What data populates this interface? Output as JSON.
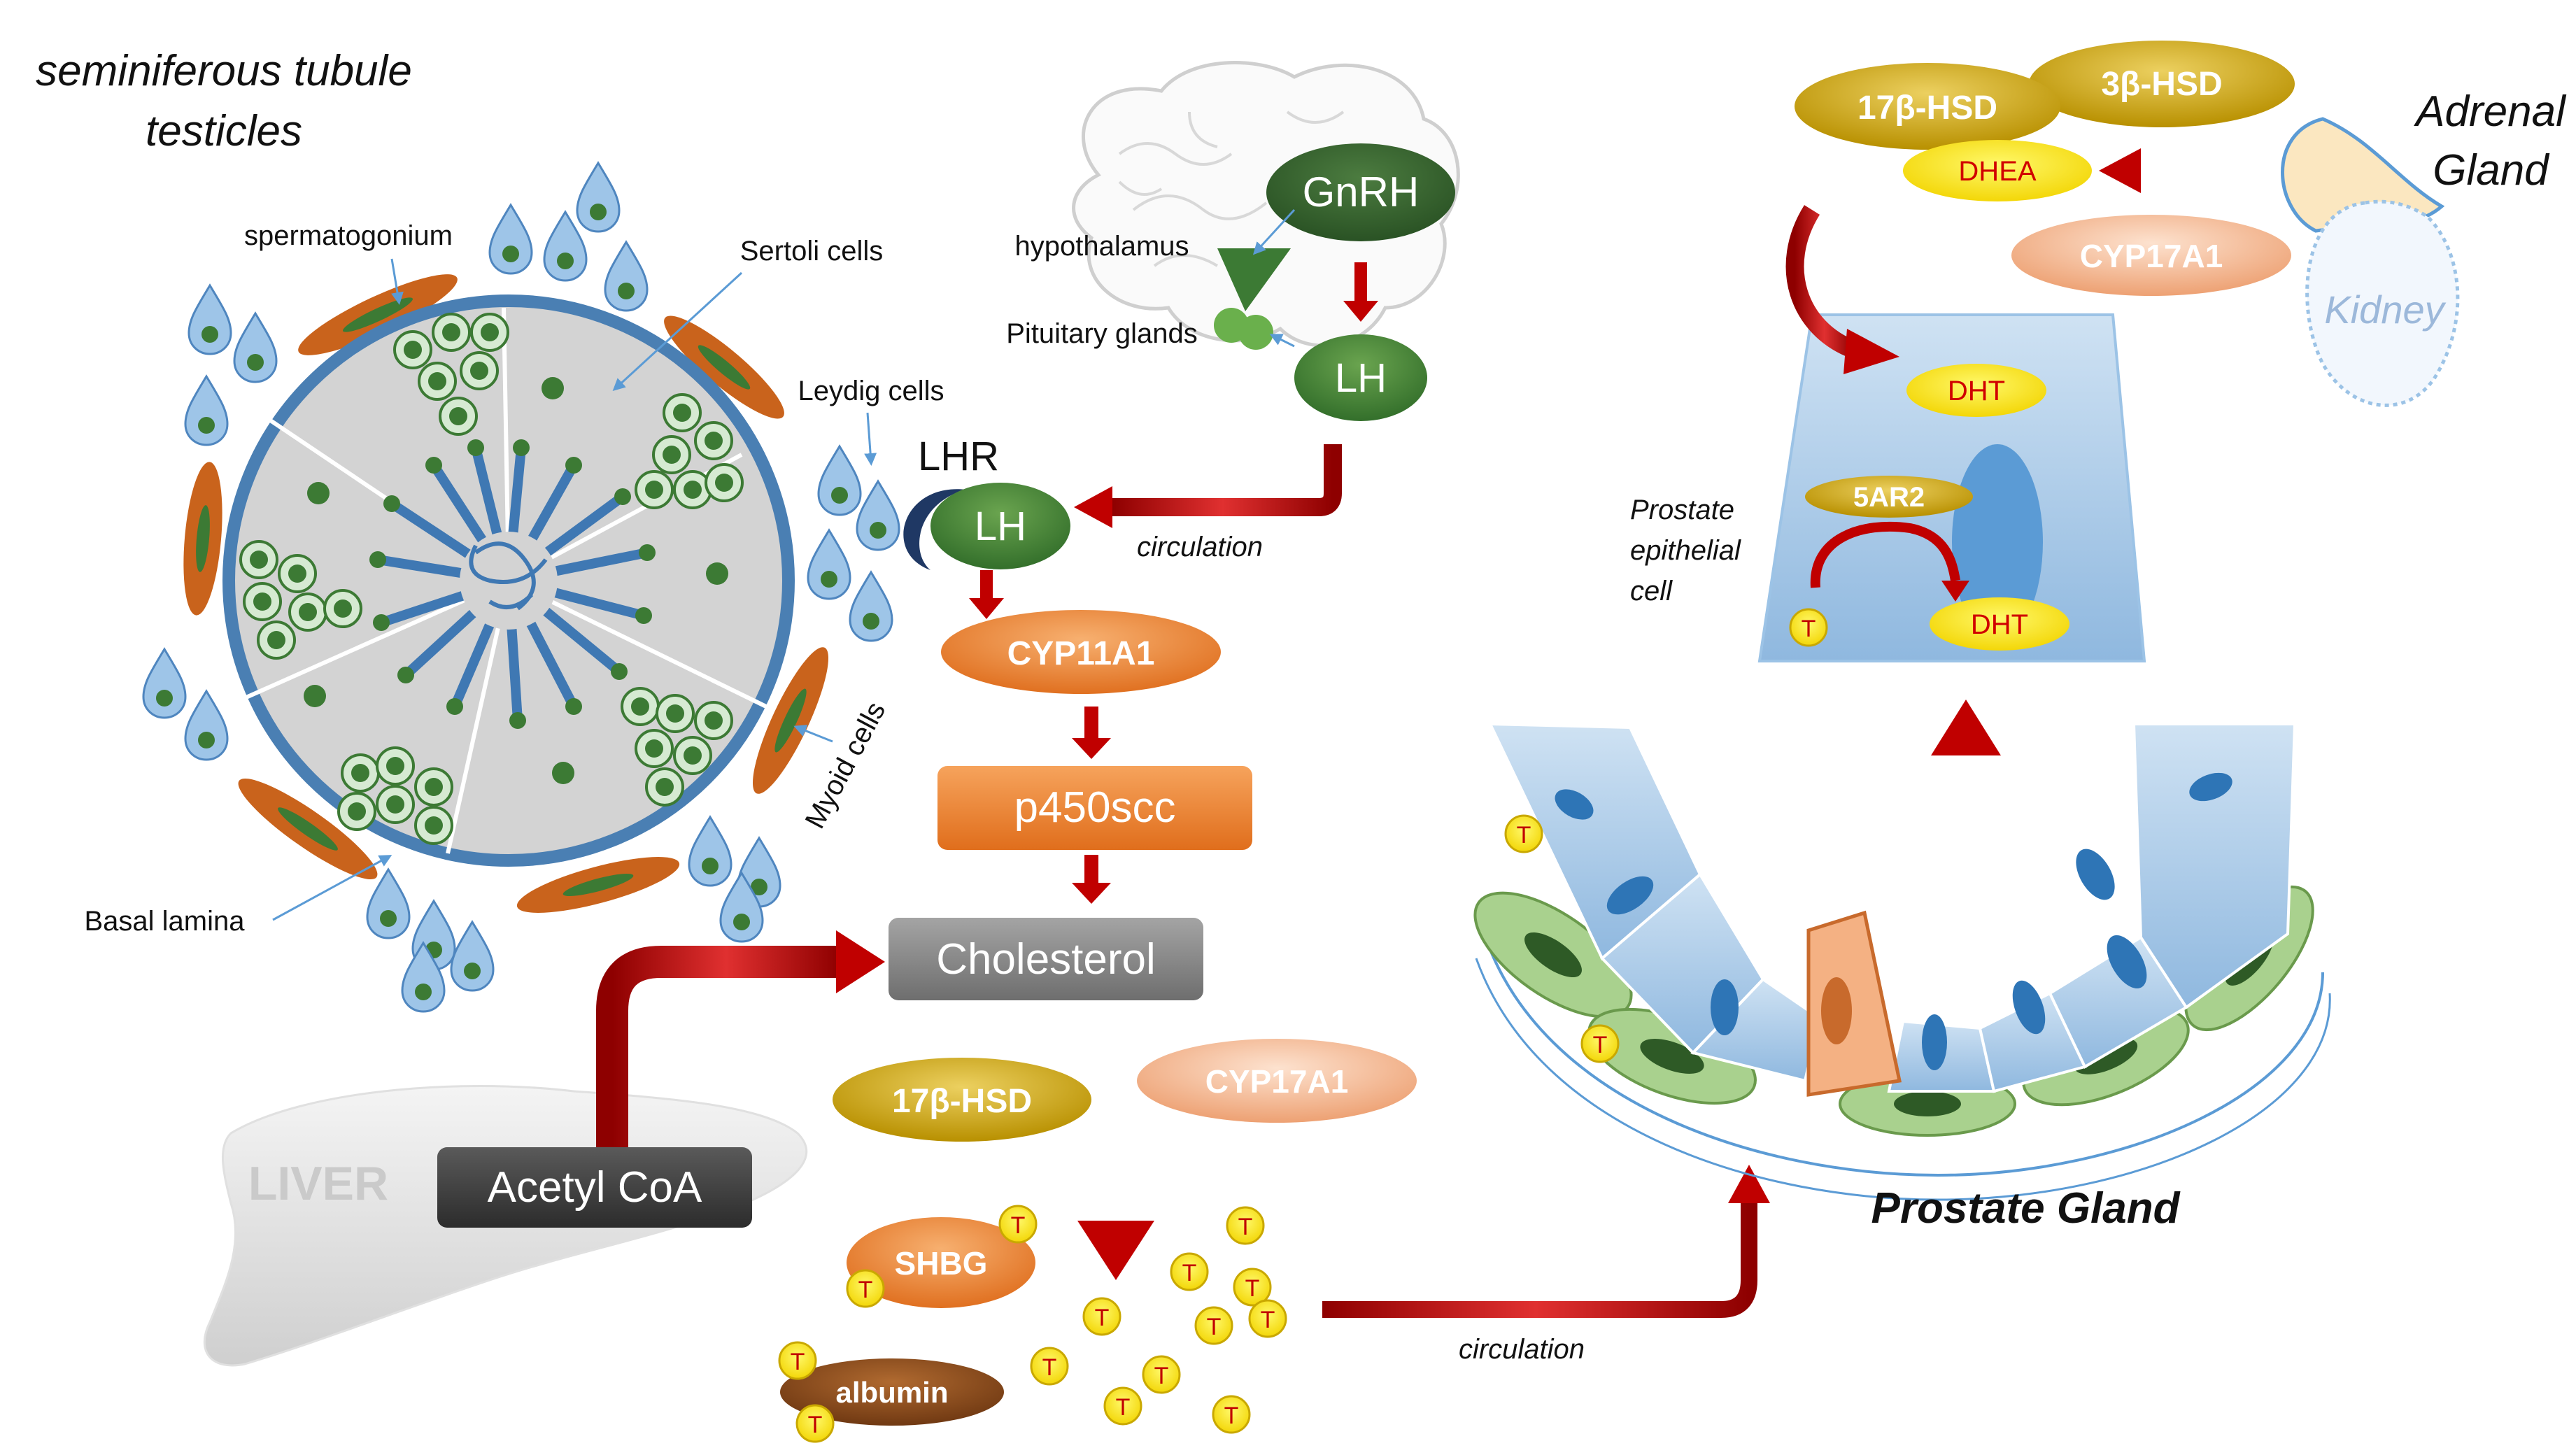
{
  "testis": {
    "title_line1": "seminiferous tubule",
    "title_line2": "testicles",
    "spermatogonium": "spermatogonium",
    "sertoli": "Sertoli cells",
    "leydig": "Leydig cells",
    "myoid": "Myoid cells",
    "basal": "Basal lamina"
  },
  "brain": {
    "hypothalamus": "hypothalamus",
    "pituitary": "Pituitary glands",
    "gnrh": "GnRH",
    "lh_top": "LH",
    "lhr": "LHR",
    "lh_receptor": "LH",
    "circulation": "circulation"
  },
  "pathway": {
    "cyp11a1": "CYP11A1",
    "p450scc": "p450scc",
    "cholesterol": "Cholesterol",
    "acetyl": "Acetyl CoA",
    "liver": "LIVER",
    "hsd17": "17β-HSD",
    "cyp17a1": "CYP17A1",
    "shbg": "SHBG",
    "albumin": "albumin",
    "t": "T",
    "circulation": "circulation"
  },
  "adrenal": {
    "hsd17": "17β-HSD",
    "hsd3": "3β-HSD",
    "dhea": "DHEA",
    "cyp17a1": "CYP17A1",
    "title_line1": "Adrenal",
    "title_line2": "Gland",
    "kidney": "Kidney"
  },
  "prostate": {
    "dht_top": "DHT",
    "sar2": "5AR2",
    "t": "T",
    "dht_bottom": "DHT",
    "cell_line1": "Prostate",
    "cell_line2": "epithelial",
    "cell_line3": "cell",
    "gland": "Prostate Gland"
  },
  "colors": {
    "tubule_ring": "#4a7fb3",
    "tubule_fill": "#d4d4d4",
    "green_dark": "#2d6a2d",
    "green_mid": "#3d7d35",
    "red_arrow": "#c00000",
    "orange": "#e8832a",
    "gold": "#c8a000",
    "peach": "#f0b080",
    "yellow": "#ffee00",
    "gray_box": "#7f7f7f",
    "dark_box": "#3f3f3f",
    "blue_cell": "#9cc3e6"
  }
}
